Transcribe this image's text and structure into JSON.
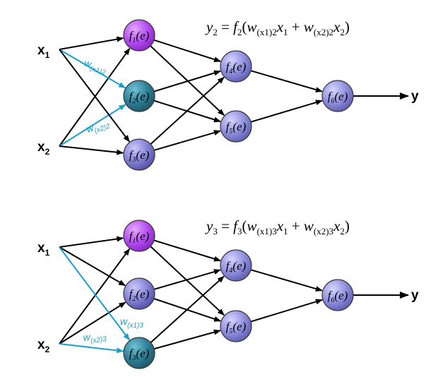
{
  "colors": {
    "edge": "#000000",
    "highlight": "#1aa0c8",
    "neuron_purple": "#b24ff0",
    "neuron_teal": "#2f7d90",
    "neuron_lilac": "#8a88d8",
    "neuron_lilac_dark": "#7b78c8"
  },
  "icons": {
    "arrowhead": "arrowhead-icon",
    "neuron": "circle-neuron-icon"
  },
  "panels": [
    {
      "inputs": [
        {
          "name": "x",
          "sub": "1"
        },
        {
          "name": "x",
          "sub": "2"
        }
      ],
      "output": "y",
      "neurons": [
        {
          "id": "n1",
          "f": "f",
          "sub": "1",
          "arg": "(e)"
        },
        {
          "id": "n2",
          "f": "f",
          "sub": "2",
          "arg": "(e)"
        },
        {
          "id": "n3",
          "f": "f",
          "sub": "3",
          "arg": "(e)"
        },
        {
          "id": "n4",
          "f": "f",
          "sub": "4",
          "arg": "(e)"
        },
        {
          "id": "n5",
          "f": "f",
          "sub": "5",
          "arg": "(e)"
        },
        {
          "id": "n6",
          "f": "f",
          "sub": "6",
          "arg": "(e)"
        }
      ],
      "highlight_target": "n2",
      "weights": [
        {
          "w": "w",
          "sub": "(x1)2"
        },
        {
          "w": "w",
          "sub": "(x2)2"
        }
      ],
      "equation": {
        "lhs": "y",
        "lhs_sub": "2",
        "eq": " = ",
        "f": "f",
        "f_sub": "2",
        "open": "(",
        "w1": "w",
        "w1_sub": "(x1)2",
        "x1": "x",
        "x1_sub": "1",
        "plus": " + ",
        "w2": "w",
        "w2_sub": "(x2)2",
        "x2": "x",
        "x2_sub": "2",
        "close": ")"
      }
    },
    {
      "inputs": [
        {
          "name": "x",
          "sub": "1"
        },
        {
          "name": "x",
          "sub": "2"
        }
      ],
      "output": "y",
      "neurons": [
        {
          "id": "n1",
          "f": "f",
          "sub": "1",
          "arg": "(e)"
        },
        {
          "id": "n2",
          "f": "f",
          "sub": "2",
          "arg": "(e)"
        },
        {
          "id": "n3",
          "f": "f",
          "sub": "3",
          "arg": "(e)"
        },
        {
          "id": "n4",
          "f": "f",
          "sub": "4",
          "arg": "(e)"
        },
        {
          "id": "n5",
          "f": "f",
          "sub": "5",
          "arg": "(e)"
        },
        {
          "id": "n6",
          "f": "f",
          "sub": "6",
          "arg": "(e)"
        }
      ],
      "highlight_target": "n3",
      "weights": [
        {
          "w": "w",
          "sub": "(x1)3"
        },
        {
          "w": "w",
          "sub": "(x2)3"
        }
      ],
      "equation": {
        "lhs": "y",
        "lhs_sub": "3",
        "eq": " = ",
        "f": "f",
        "f_sub": "3",
        "open": "(",
        "w1": "w",
        "w1_sub": "(x1)3",
        "x1": "x",
        "x1_sub": "1",
        "plus": " + ",
        "w2": "w",
        "w2_sub": "(x2)3",
        "x2": "x",
        "x2_sub": "2",
        "close": ")"
      }
    }
  ]
}
